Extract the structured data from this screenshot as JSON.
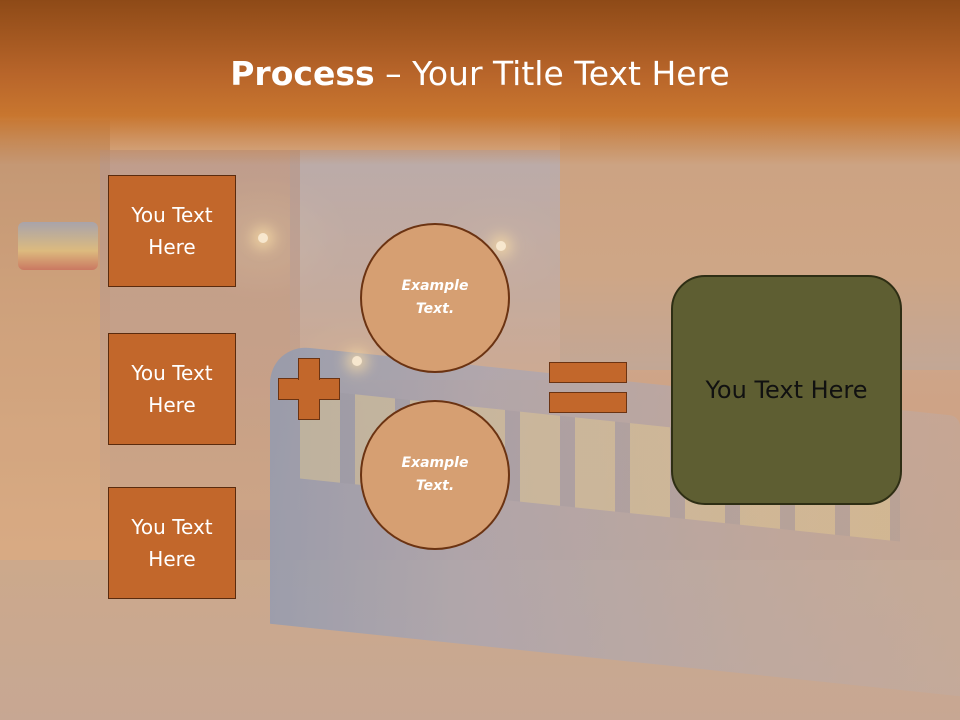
{
  "slide": {
    "title_strong": "Process",
    "title_rest": " – Your Title Text Here"
  },
  "boxes": [
    {
      "label": "You Text Here"
    },
    {
      "label": "You Text Here"
    },
    {
      "label": "You Text Here"
    }
  ],
  "circles": [
    {
      "label": "Example Text."
    },
    {
      "label": "Example Text."
    }
  ],
  "result": {
    "label": "You Text Here"
  },
  "icons": {
    "plus": "plus-icon",
    "equals": "equals-icon"
  },
  "colors": {
    "title_bar": "#b8652a",
    "box_fill": "#c2672b",
    "circle_fill": "#d69f72",
    "result_fill": "#5e5e32"
  }
}
